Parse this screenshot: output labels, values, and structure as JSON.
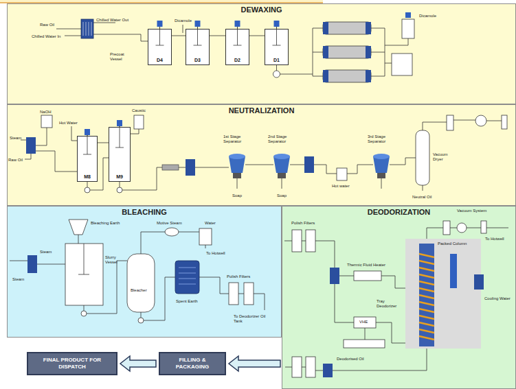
{
  "diagram": {
    "nodes": [
      {
        "text": [
          "DEWAXING"
        ]
      },
      {
        "text": [
          "D4"
        ],
        "in": 0
      },
      {
        "text": [
          "D3"
        ],
        "in": 0
      },
      {
        "text": [
          "D2"
        ],
        "in": 0
      },
      {
        "text": [
          "D1"
        ],
        "in": 0
      },
      {
        "text": [
          "NEUTRALIZATION"
        ]
      },
      {
        "text": [
          "M8"
        ],
        "in": 5
      },
      {
        "text": [
          "M9"
        ],
        "in": 5
      },
      {
        "text": [
          "BLEACHING"
        ]
      },
      {
        "text": [
          "DEODORIZATION"
        ]
      },
      {
        "text": [
          "FINAL PRODUCT FOR DISPATCH"
        ]
      },
      {
        "text": [
          "FILLING & PACKAGING"
        ]
      }
    ],
    "edges": [
      {
        "from": 1,
        "to": 2,
        "arrow": "none"
      },
      {
        "from": 2,
        "to": 3,
        "arrow": "none"
      },
      {
        "from": 3,
        "to": 4,
        "arrow": "none"
      },
      {
        "from": 6,
        "to": 7,
        "arrow": "none"
      },
      {
        "from": 9,
        "to": 11,
        "arrow": "to"
      },
      {
        "from": 11,
        "to": 10,
        "arrow": "to"
      }
    ],
    "labels": [
      "Raw Oil",
      "Chilled Water In",
      "Chilled Water Out",
      "Dicamole",
      "Precoat Vessel",
      "Dicamole",
      "NaOH",
      "Caustic",
      "Hot Water",
      "Steam",
      "Raw Oil",
      "1st Stage Separator",
      "2nd Stage Separator",
      "Soap",
      "Soap",
      "Hot water",
      "3rd Stage Separator",
      "Vacuum Dryer",
      "Neutral Oil",
      "Bleaching Earth",
      "Steam",
      "Steam",
      "Slurry Vessel",
      "Bleacher",
      "Motive Steam",
      "Water",
      "To Hotwell",
      "Spent Earth",
      "Polish Filters",
      "To Deodorizer Oil Tank",
      "Polish Filters",
      "Thermic Fluid Heater",
      "VHE",
      "Packed Column",
      "Tray Deodorizer",
      "To Hotwell",
      "Cooling Water",
      "Vacuum System",
      "Deodorised Oil"
    ]
  }
}
